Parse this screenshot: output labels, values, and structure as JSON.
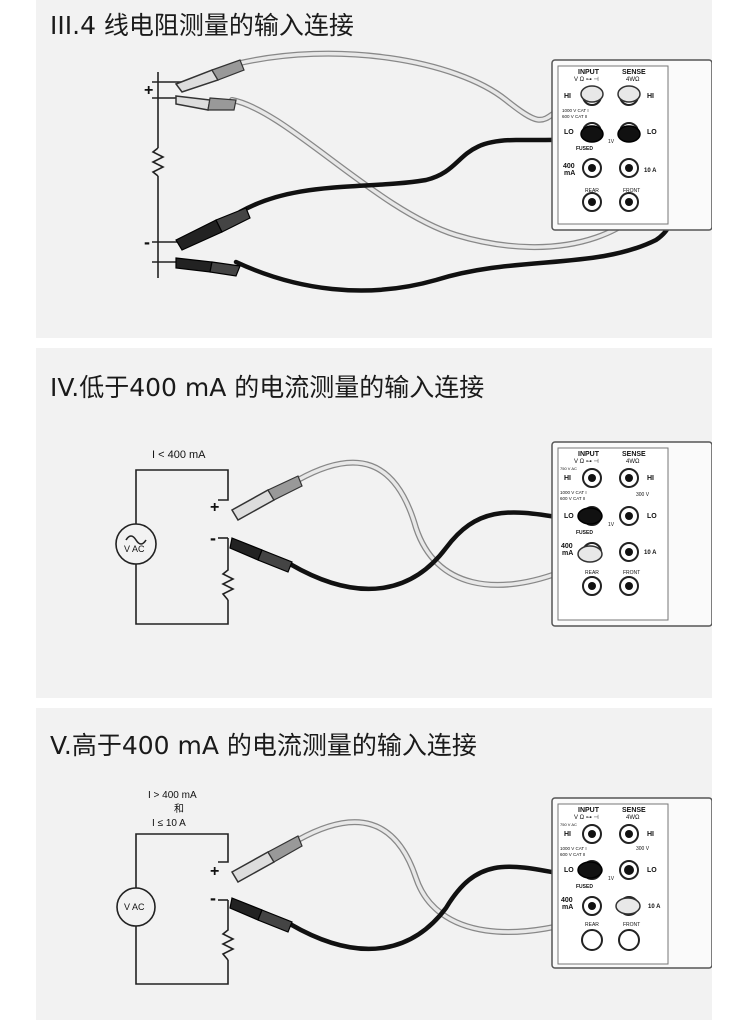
{
  "panels": [
    {
      "title": "III.4 线电阻测量的输入连接",
      "terminals": {
        "plus": "+",
        "minus": "-"
      }
    },
    {
      "title": "IV.低于400 mA 的电流测量的输入连接",
      "source_label": "I < 400 mA",
      "vac_label": "V AC",
      "terminals": {
        "plus": "+",
        "minus": "-"
      }
    },
    {
      "title": "V.高于400 mA 的电流测量的输入连接",
      "source_label_line1": "I > 400 mA",
      "source_label_line2": "和",
      "source_label_line3": "I ≤ 10 A",
      "vac_label": "V AC",
      "terminals": {
        "plus": "+",
        "minus": "-"
      }
    }
  ],
  "meter": {
    "input": "INPUT",
    "sense": "SENSE",
    "input_sub": "V Ω ⊶ ⊣",
    "sense_sub": "4WΩ",
    "hi": "HI",
    "lo": "LO",
    "cat1": "1000 V CAT I",
    "cat2": "600 V CAT II",
    "one_volt": "1V",
    "v300": "300 V",
    "fused": "FUSED",
    "ma400_1": "400",
    "ma400_2": "mA",
    "a10": "10 A",
    "rear": "REAR",
    "front": "FRONT",
    "max": "750 V AC"
  }
}
